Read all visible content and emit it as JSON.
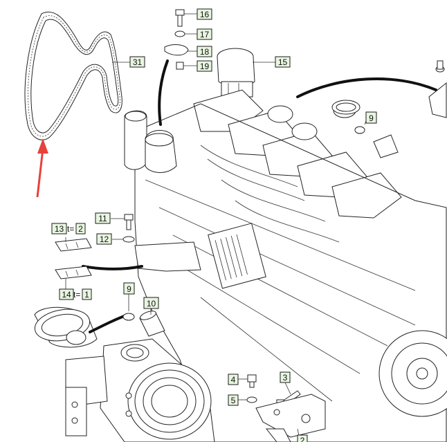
{
  "diagram": {
    "callouts": {
      "c1": "16",
      "c2": "17",
      "c3": "18",
      "c4": "19",
      "c5": "15",
      "c6": "31",
      "c7": "9",
      "c8": "11",
      "c9": "12",
      "c10": "13",
      "c11": "2",
      "c12": "14",
      "c13": "1",
      "c14": "9",
      "c15": "10",
      "c16": "4",
      "c17": "5",
      "c18": "3",
      "c19": "2"
    },
    "thickness_labels": {
      "t1": "t=",
      "t2": "t="
    },
    "colors": {
      "callout_fill": "#e8f5e0",
      "arrow": "#e8403a",
      "line": "#222222"
    }
  }
}
